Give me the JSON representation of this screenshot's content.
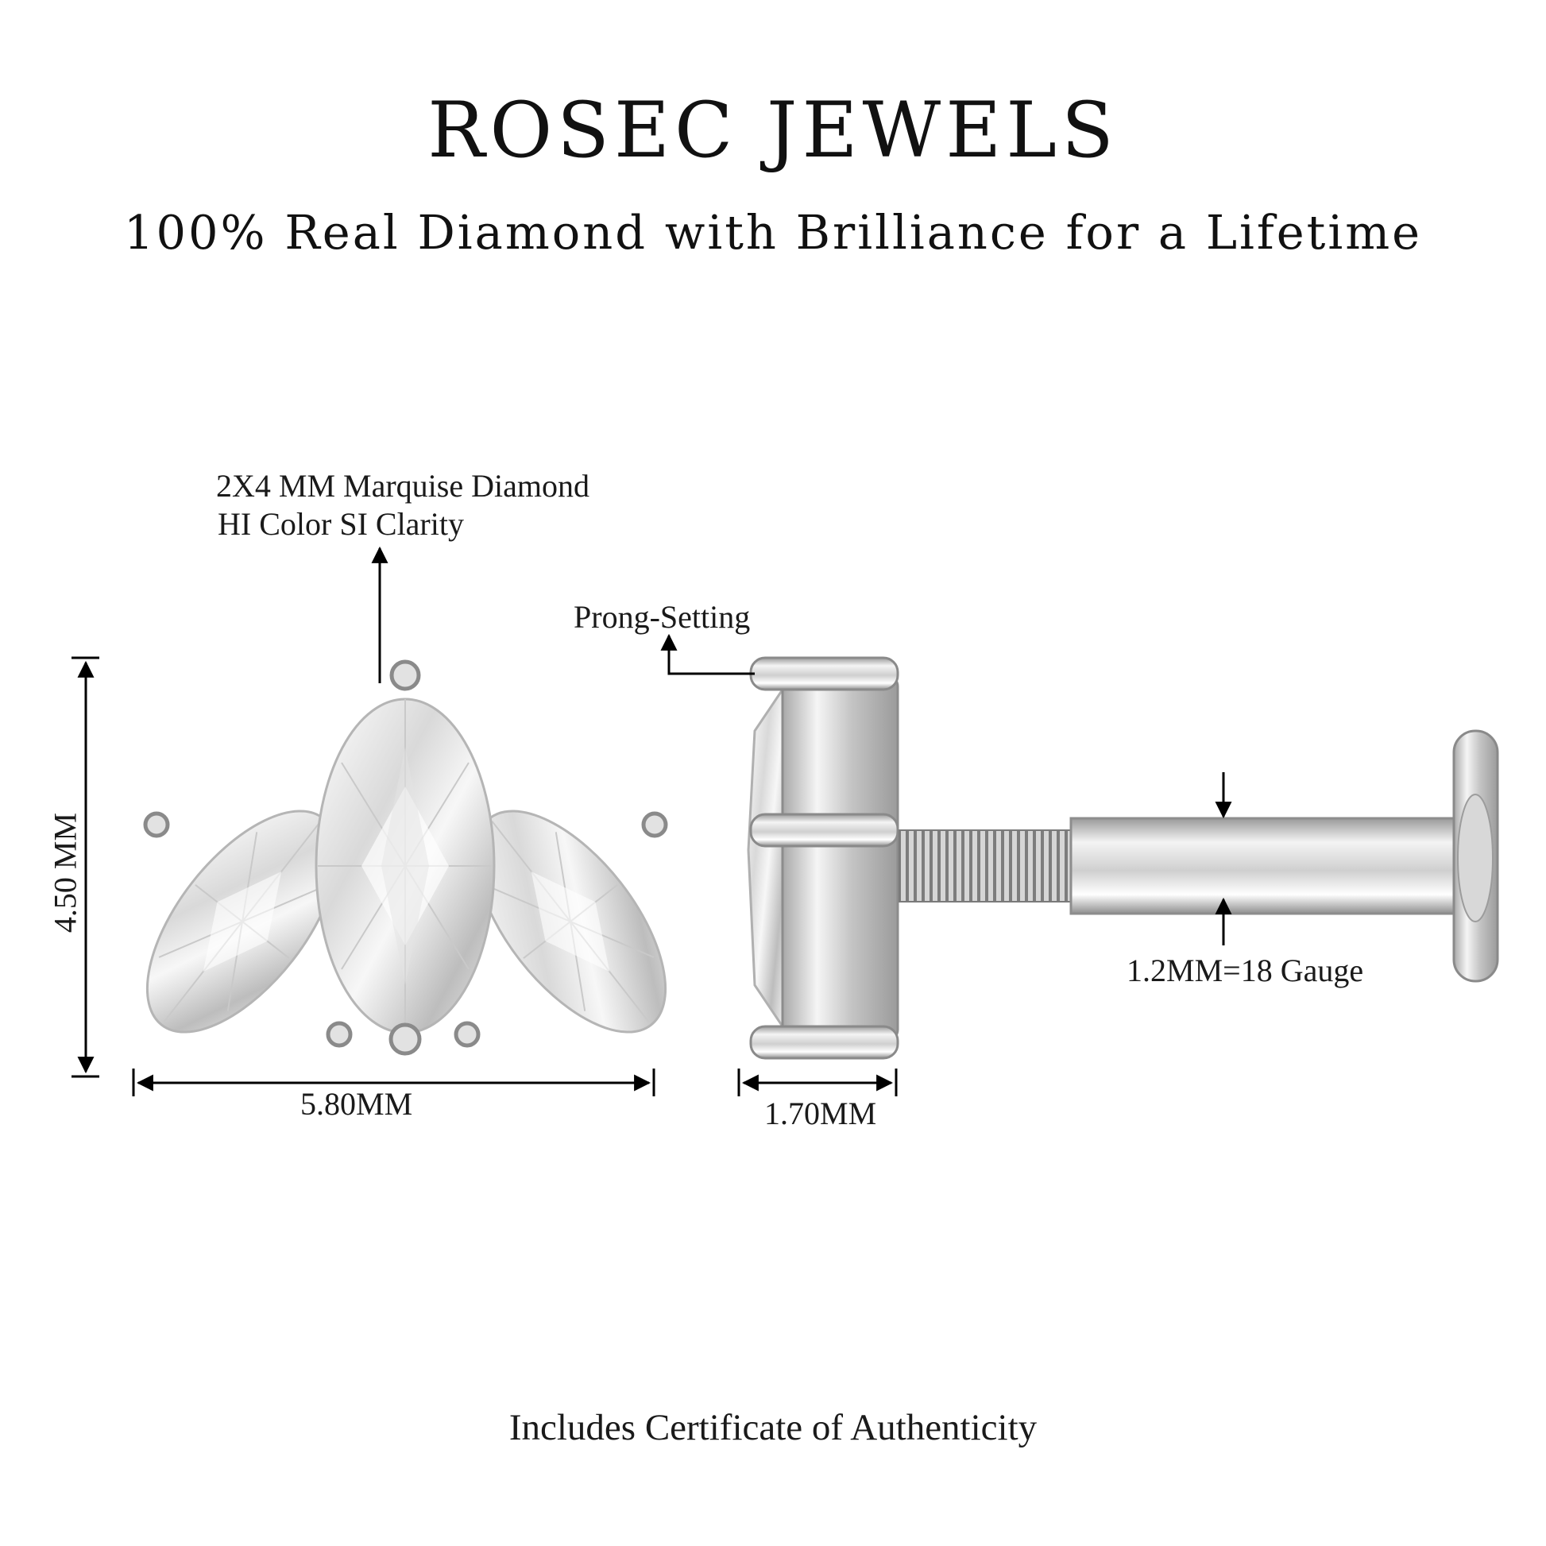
{
  "header": {
    "brand": "ROSEC JEWELS",
    "tagline": "100% Real Diamond with Brilliance for a Lifetime"
  },
  "annotations": {
    "stone_line1": "2X4 MM Marquise Diamond",
    "stone_line2": "HI Color SI Clarity",
    "prong": "Prong-Setting",
    "height": "4.50 MM",
    "width": "5.80MM",
    "depth": "1.70MM",
    "gauge": "1.2MM=18 Gauge"
  },
  "footer": {
    "note": "Includes Certificate of Authenticity"
  },
  "colors": {
    "text": "#111111",
    "metal_light": "#f2f2f2",
    "metal_mid": "#c8c8c8",
    "metal_dark": "#8a8a8a",
    "line": "#000000"
  }
}
